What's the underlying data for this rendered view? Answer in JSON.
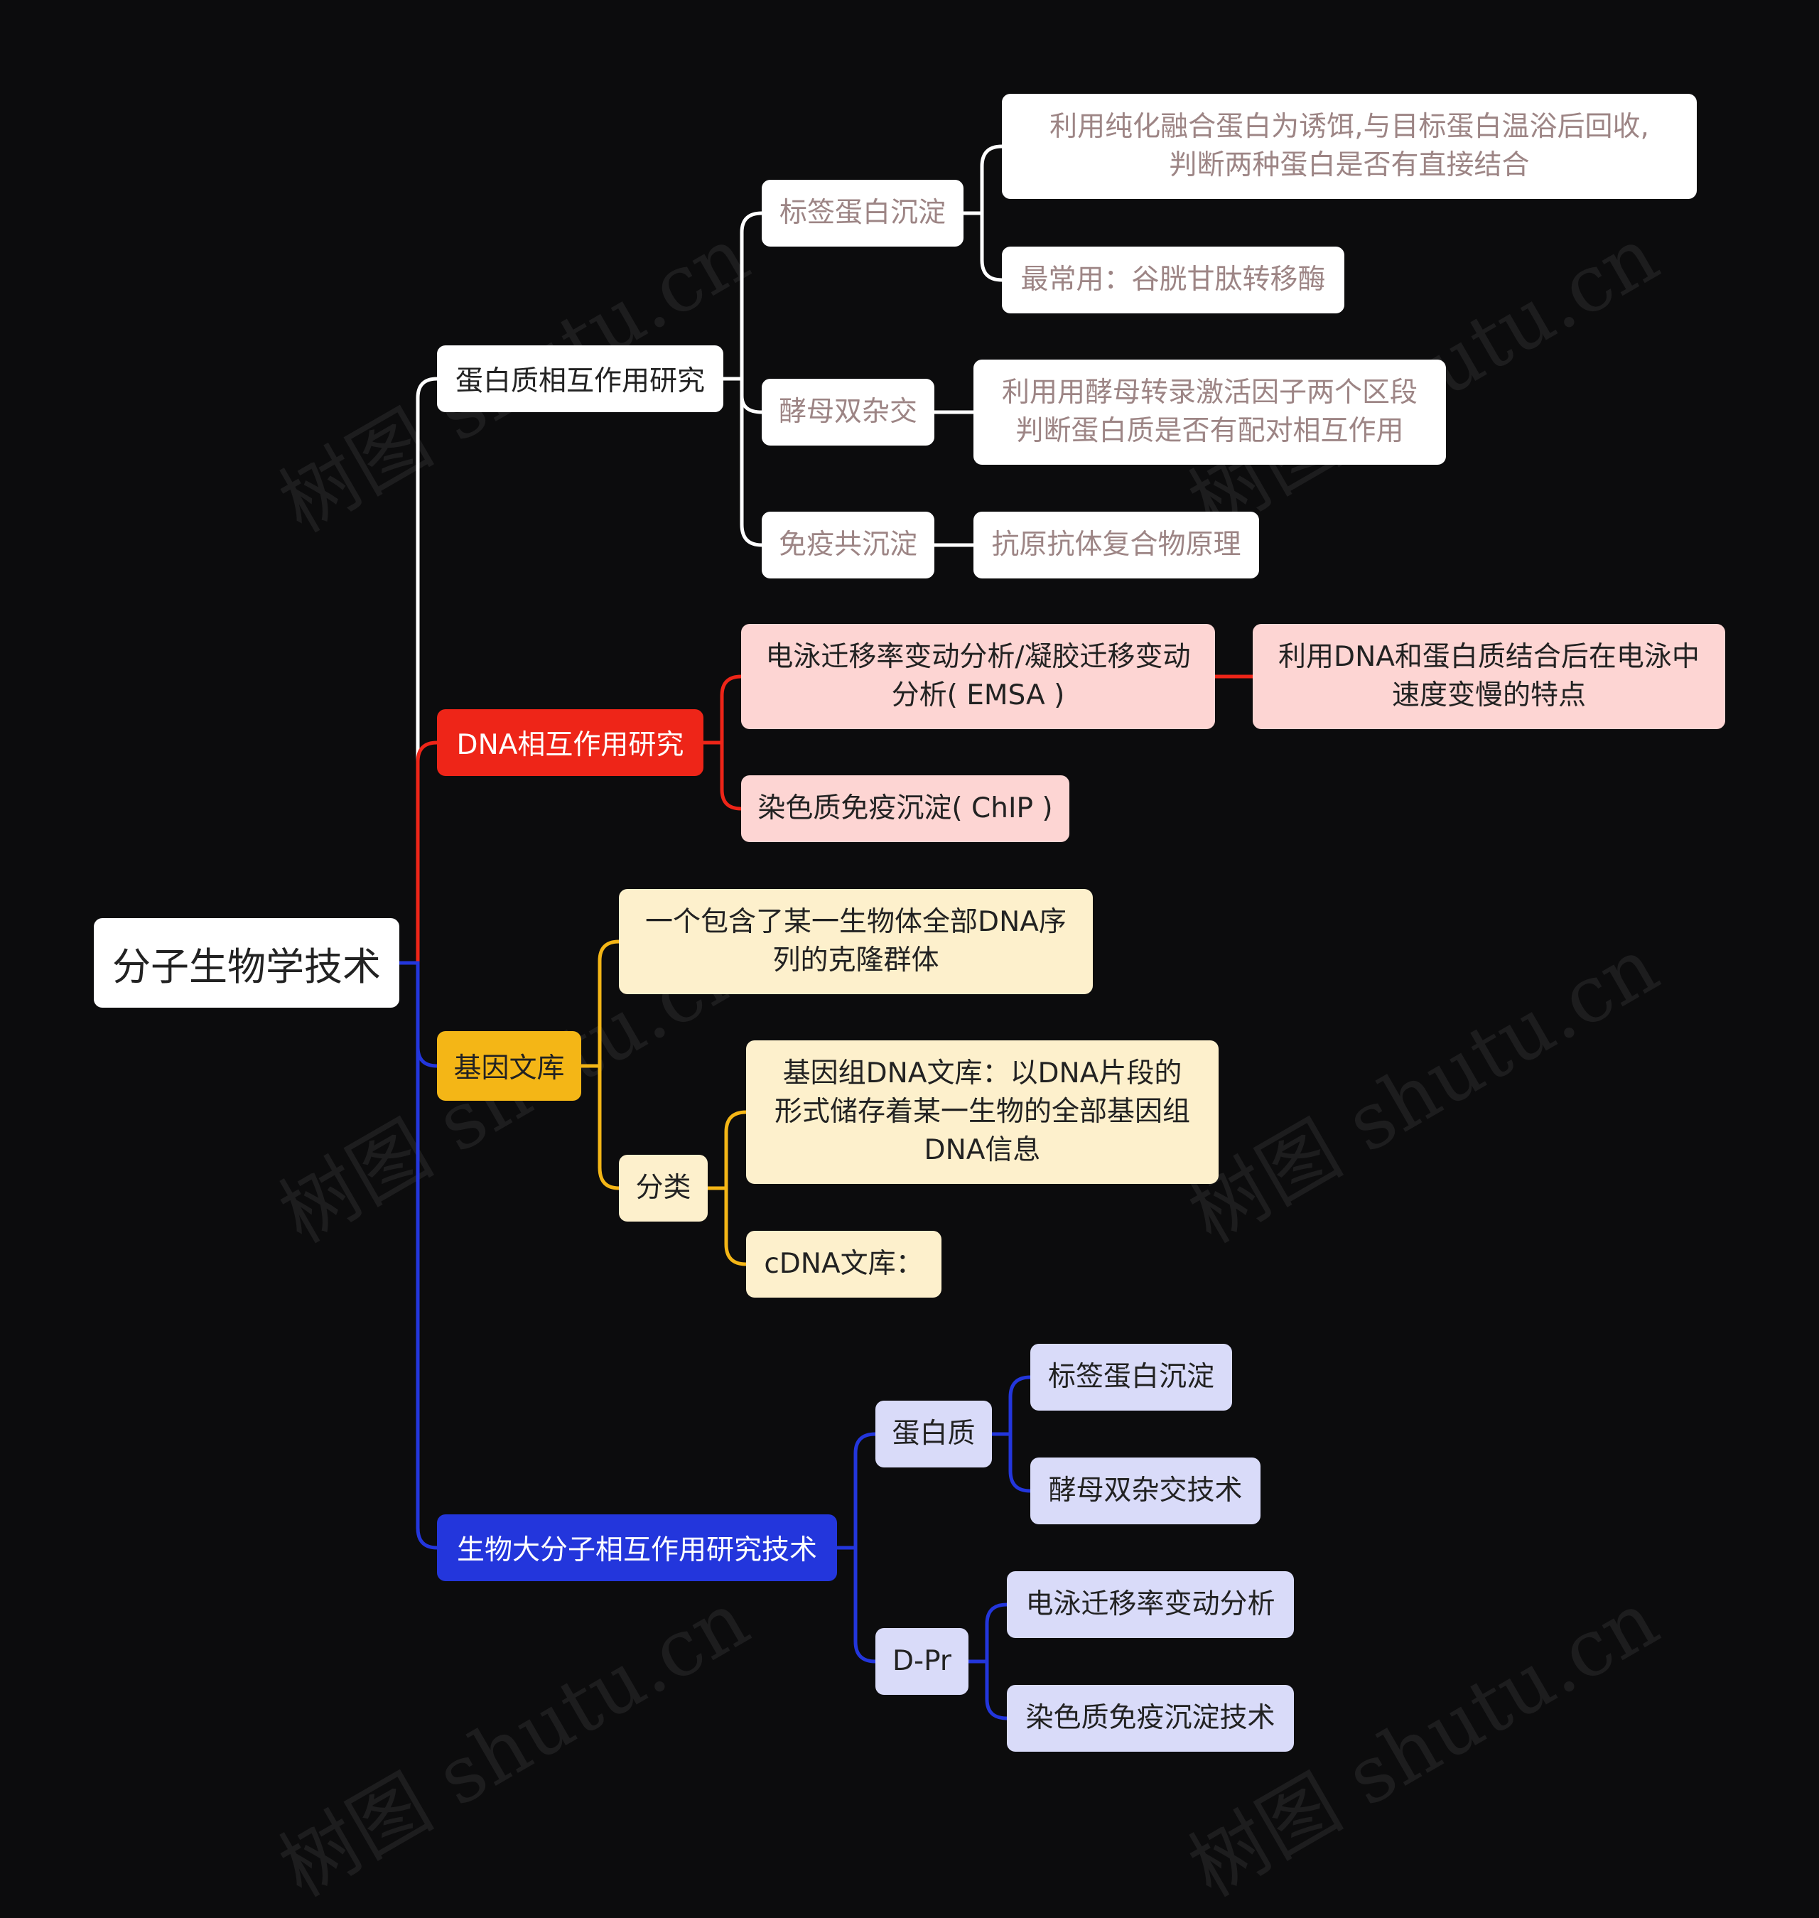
{
  "root": {
    "label": "分子生物学技术"
  },
  "protein": {
    "label": "蛋白质相互作用研究",
    "tag": {
      "label": "标签蛋白沉淀",
      "detail1": "利用纯化融合蛋白为诱饵,与目标蛋白温浴后回收,\n判断两种蛋白是否有直接结合",
      "detail2": "最常用：谷胱甘肽转移酶"
    },
    "yeast": {
      "label": "酵母双杂交",
      "detail": "利用用酵母转录激活因子两个区段\n判断蛋白质是否有配对相互作用"
    },
    "immuno": {
      "label": "免疫共沉淀",
      "detail": "抗原抗体复合物原理"
    }
  },
  "dna": {
    "label": "DNA相互作用研究",
    "emsa": {
      "label": "电泳迁移率变动分析/凝胶迁移变动\n分析( EMSA )",
      "detail": "利用DNA和蛋白质结合后在电泳中\n速度变慢的特点"
    },
    "chip": {
      "label": "染色质免疫沉淀( ChIP )"
    }
  },
  "library": {
    "label": "基因文库",
    "definition": "一个包含了某一生物体全部DNA序\n列的克隆群体",
    "classify": {
      "label": "分类",
      "genomic": "基因组DNA文库：以DNA片段的\n形式储存着某一生物的全部基因组\nDNA信息",
      "cdna": "cDNA文库："
    }
  },
  "macro": {
    "label": "生物大分子相互作用研究技术",
    "protein": {
      "label": "蛋白质",
      "tag": "标签蛋白沉淀",
      "yeast": "酵母双杂交技术"
    },
    "dpr": {
      "label": "D-Pr",
      "emsa": "电泳迁移率变动分析",
      "chip": "染色质免疫沉淀技术"
    }
  },
  "watermarks": [
    "树图 shutu.cn",
    "树图 shutu.cn",
    "树图 shutu.cn",
    "树图 shutu.cn",
    "树图 shutu.cn",
    "树图 shutu.cn"
  ],
  "colors": {
    "background": "#0c0c0d",
    "white": "#ffffff",
    "red": "#ee2518",
    "yellow": "#f4b616",
    "blue": "#2336dc"
  }
}
